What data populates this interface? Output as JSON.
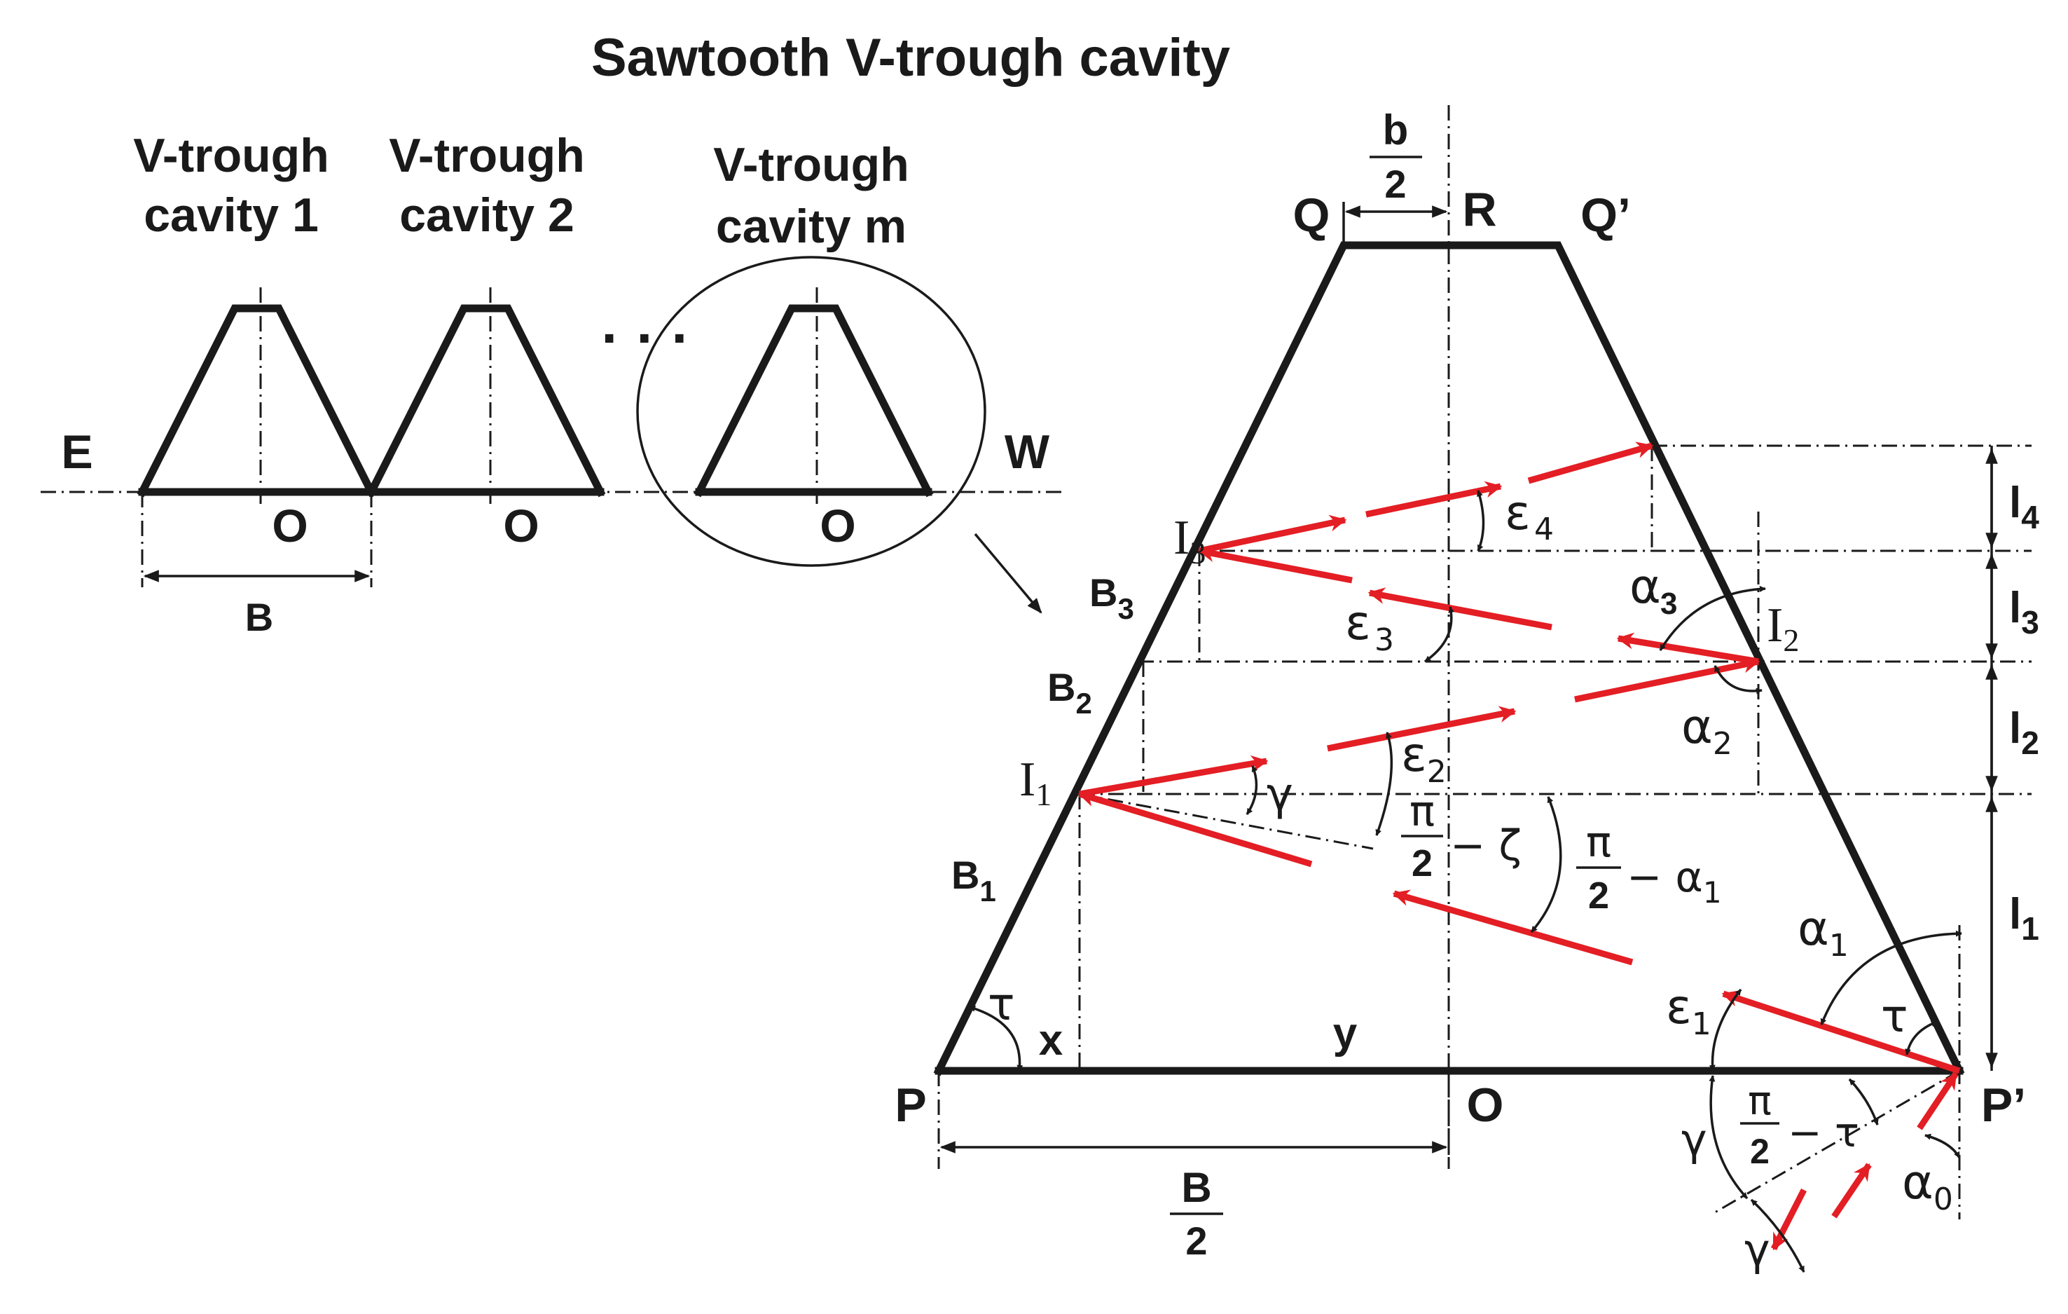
{
  "title": "Sawtooth V-trough cavity",
  "left": {
    "cavity_labels": [
      {
        "line1": "V-trough",
        "line2": "cavity 1"
      },
      {
        "line1": "V-trough",
        "line2": "cavity 2"
      },
      {
        "line1": "V-trough",
        "line2": "cavity m"
      }
    ],
    "ellipsis": "· · ·",
    "east": "E",
    "west": "W",
    "origin": "O",
    "width_label": "B"
  },
  "main": {
    "vertices": {
      "Q": "Q",
      "R": "R",
      "Q_prime": "Q’",
      "P": "P",
      "O": "O",
      "P_prime": "P’"
    },
    "top_width": {
      "num": "b",
      "den": "2"
    },
    "base_width": {
      "num": "B",
      "den": "2"
    },
    "reflection_points": [
      "I",
      "I",
      "I"
    ],
    "reflection_subs": [
      "1",
      "2",
      "3"
    ],
    "segments": [
      "B",
      "B",
      "B"
    ],
    "segment_subs": [
      "1",
      "2",
      "3"
    ],
    "heights": [
      "l",
      "l",
      "l",
      "l"
    ],
    "height_subs": [
      "1",
      "2",
      "3",
      "4"
    ],
    "x": "x",
    "y": "y",
    "tau": "τ",
    "gamma": "γ",
    "alpha": "α",
    "epsilon": "ε",
    "pi": "π",
    "minus_zeta": "− ζ",
    "minus_alpha1": "− α",
    "minus_tau": "− τ",
    "two": "2",
    "one": "1",
    "zero": "0"
  }
}
